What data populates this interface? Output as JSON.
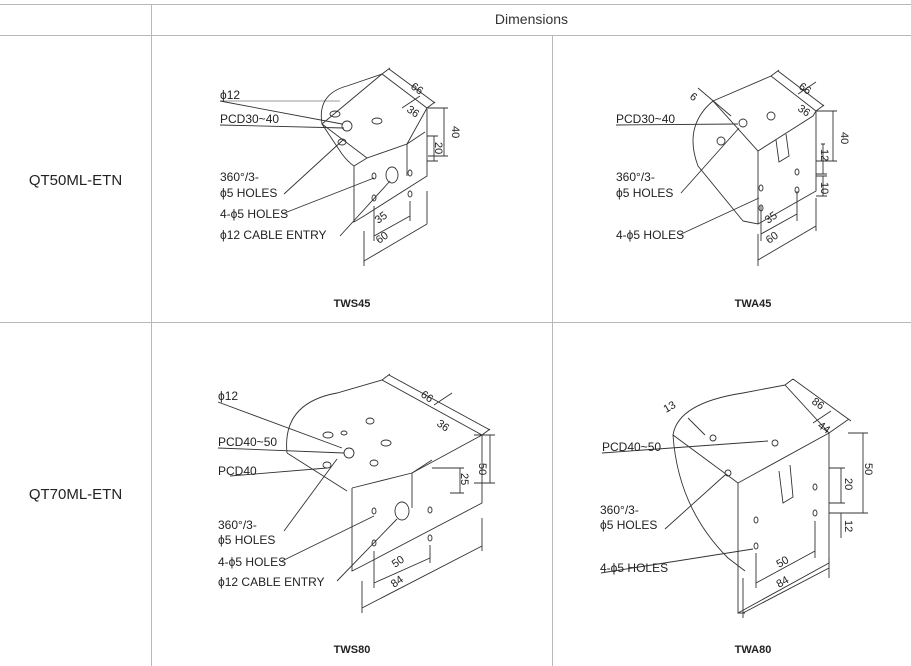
{
  "table": {
    "header": "Dimensions",
    "rows": [
      {
        "model": "QT50ML-ETN",
        "items": [
          {
            "caption": "TWS45",
            "labels": [
              "ϕ12",
              "PCD30~40",
              "360°/3-",
              "ϕ5 HOLES",
              "4-ϕ5 HOLES",
              "ϕ12 CABLE ENTRY"
            ],
            "dims": [
              "66",
              "36",
              "40",
              "20",
              "35",
              "60"
            ]
          },
          {
            "caption": "TWA45",
            "labels": [
              "PCD30~40",
              "360°/3-",
              "ϕ5 HOLES",
              "4-ϕ5 HOLES"
            ],
            "dims": [
              "6",
              "66",
              "36",
              "40",
              "12",
              "10",
              "35",
              "60"
            ]
          }
        ]
      },
      {
        "model": "QT70ML-ETN",
        "items": [
          {
            "caption": "TWS80",
            "labels": [
              "ϕ12",
              "PCD40~50",
              "PCD40",
              "360°/3-",
              "ϕ5 HOLES",
              "4-ϕ5 HOLES",
              "ϕ12 CABLE ENTRY"
            ],
            "dims": [
              "66",
              "36",
              "25",
              "50",
              "50",
              "84"
            ]
          },
          {
            "caption": "TWA80",
            "labels": [
              "PCD40~50",
              "360°/3-",
              "ϕ5 HOLES",
              "4-ϕ5 HOLES"
            ],
            "dims": [
              "13",
              "86",
              "44",
              "50",
              "20",
              "12",
              "50",
              "84"
            ]
          }
        ]
      }
    ]
  }
}
